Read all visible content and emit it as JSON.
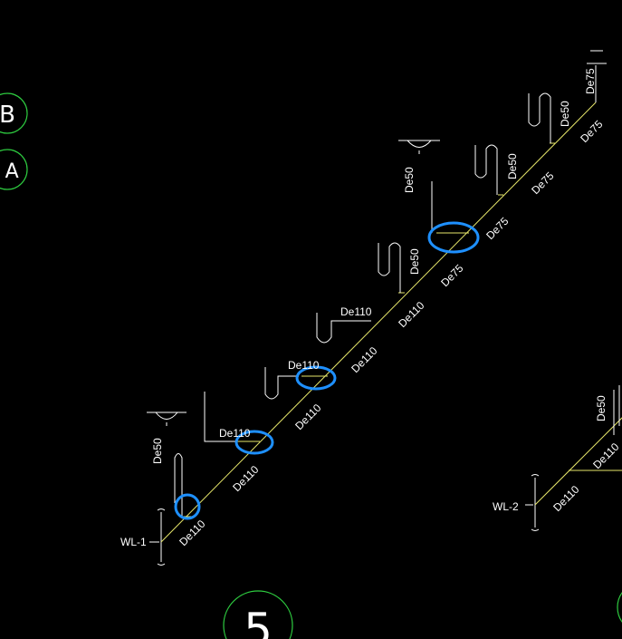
{
  "colors": {
    "background": "#000000",
    "pipe": "#e6e66a",
    "fixture": "#ffffff",
    "grid_circle": "#2ecc40",
    "highlight": "#1e90ff"
  },
  "grid_bubbles": {
    "b": "B",
    "a": "/ A",
    "five": "5"
  },
  "stacks": {
    "wl1": "WL-1",
    "wl2": "WL-2"
  },
  "labels": {
    "main_1": "De110",
    "main_2": "De110",
    "main_3": "De110",
    "main_4": "De110",
    "main_5": "De110",
    "main_6": "De75",
    "main_7": "De75",
    "main_8": "De75",
    "main_9": "De75",
    "branch_1": "De50",
    "branch_2": "De110",
    "branch_3": "De110",
    "branch_4": "De110",
    "branch_5": "De50",
    "branch_6": "De50",
    "branch_7": "De50",
    "branch_8": "De50",
    "vent": "De75",
    "wl2_main": "De110",
    "wl2_main_2": "De110",
    "wl2_branch": "De50"
  }
}
